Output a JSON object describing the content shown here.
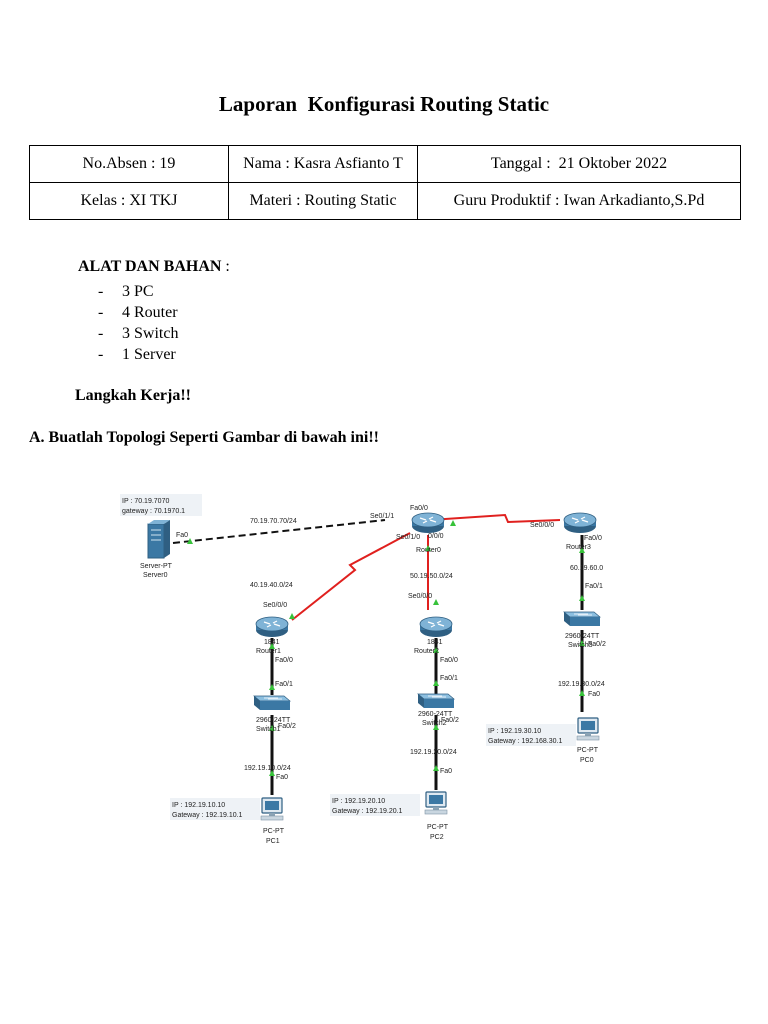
{
  "document": {
    "title": "Laporan  Konfigurasi Routing Static",
    "info_table": [
      [
        "No.Absen : 19",
        "Nama : Kasra Asfianto T",
        "Tanggal :  21 Oktober 2022"
      ],
      [
        "Kelas : XI TKJ",
        "Materi : Routing Static",
        "Guru Produktif : Iwan Arkadianto,S.Pd"
      ]
    ],
    "alat_heading": "ALAT DAN BAHAN",
    "alat_colon": " :",
    "list_dash": "-",
    "alat_items": [
      "3 PC",
      "4 Router",
      "3 Switch",
      "1 Server"
    ],
    "langkah": "Langkah Kerja!!",
    "section_a": "A. Buatlah Topologi Seperti Gambar di bawah ini!!"
  },
  "topology": {
    "server_note": [
      "IP : 70.19.7070",
      "gateway : 70.1970.1"
    ],
    "server_port": "Fa0",
    "server_label": [
      "Server-PT",
      "Server0"
    ],
    "link_server_router": "70.19.70.70/24",
    "router0_ports": [
      "Fa0/0",
      "Se0/1/1",
      "Se0/1/0",
      "0/0/0"
    ],
    "router0_name": "Router0",
    "link_r0_r1": "40.19.40.0/24",
    "link_r0_r2": "50.19.50.0/24",
    "router3_port": "Se0/0/0",
    "router3_fa": "Fa0/0",
    "router3_name": "Router3",
    "router1_port": "Se0/0/0",
    "router1_name": [
      "1841",
      "Router1"
    ],
    "router1_fa": "Fa0/0",
    "switch1_ports": [
      "Fa0/1",
      "Fa0/2"
    ],
    "switch1_name": [
      "2960-24TT",
      "Switch1"
    ],
    "lan1": "192.19.10.0/24",
    "pc1_port": "Fa0",
    "pc1_note": [
      "IP : 192.19.10.10",
      "Gateway : 192.19.10.1"
    ],
    "pc1_label": [
      "PC-PT",
      "PC1"
    ],
    "router2_port": "Se0/0/0",
    "router2_name": [
      "1841",
      "Router2"
    ],
    "router2_fa": "Fa0/0",
    "switch2_ports": [
      "Fa0/1",
      "Fa0/2"
    ],
    "switch2_name": [
      "2960-24TT",
      "Switch2"
    ],
    "lan2": "192.19.20.0/24",
    "pc2_port": "Fa0",
    "pc2_note": [
      "IP : 192.19.20.10",
      "Gateway : 192.19.20.1"
    ],
    "pc2_label": [
      "PC-PT",
      "PC2"
    ],
    "link_r3_sw": "60.19.60.0",
    "switch3_ports": [
      "Fa0/1",
      "Fa0/2"
    ],
    "switch3_name": [
      "2960-24TT",
      "Switch3"
    ],
    "lan3": "192.19.30.0/24",
    "pc0_port": "Fa0",
    "pc0_note": [
      "IP : 192.19.30.10",
      "Gateway : 192.168.30.1"
    ],
    "pc0_label": [
      "PC-PT",
      "PC0"
    ]
  }
}
